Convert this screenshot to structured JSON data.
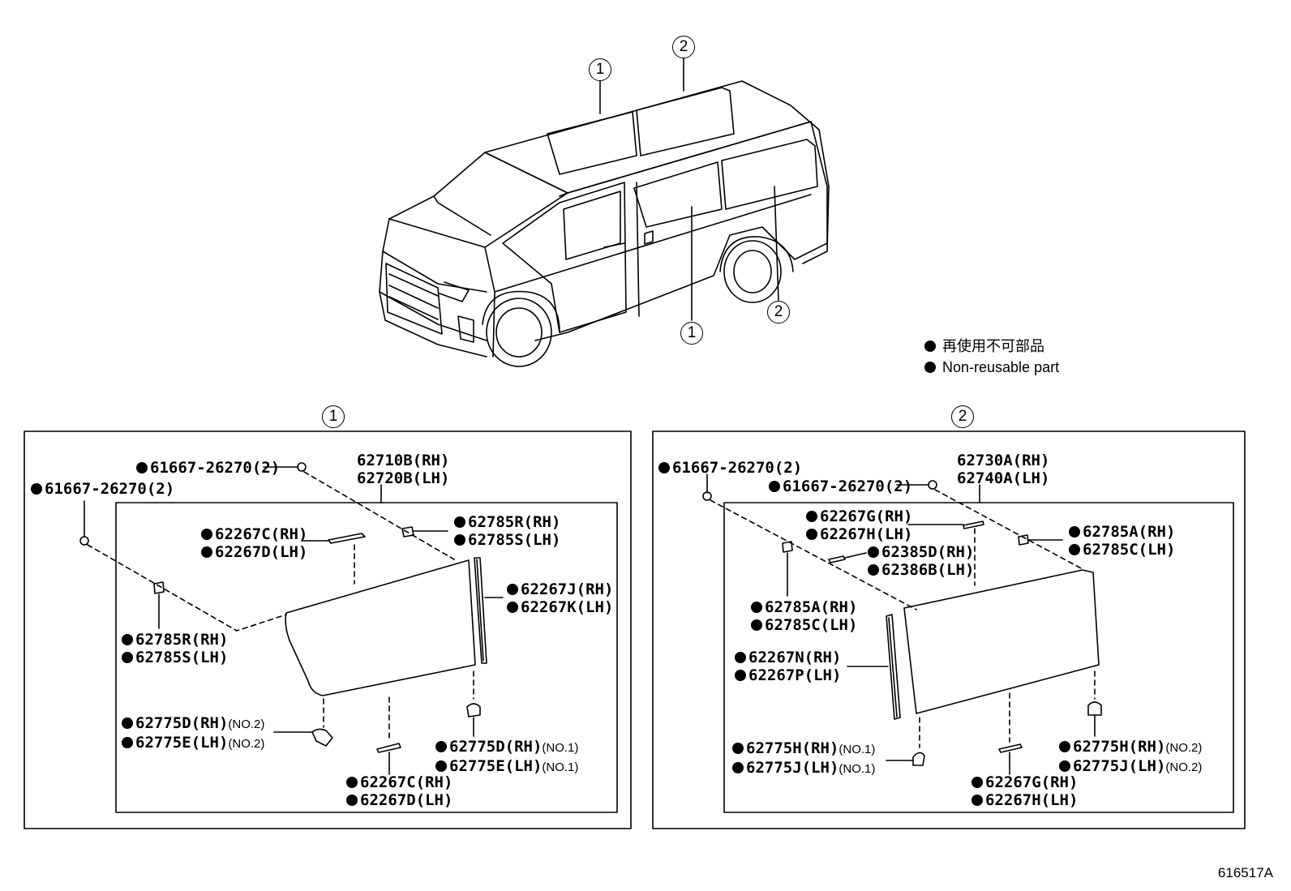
{
  "callouts": {
    "c1": "1",
    "c2": "2"
  },
  "legend": {
    "ja": "再使用不可部品",
    "en": "Non-reusable part"
  },
  "figure_id": "616517A",
  "panel1": {
    "title": "1",
    "clip_a": "61667-26270(2)",
    "clip_b": "61667-26270(2)",
    "glass_rh": "62710B(RH)",
    "glass_lh": "62720B(LH)",
    "spacer_top_rh": "62267C(RH)",
    "spacer_top_lh": "62267D(LH)",
    "retainer_right_rh": "62785R(RH)",
    "retainer_right_lh": "62785S(LH)",
    "molding_rh": "62267J(RH)",
    "molding_lh": "62267K(LH)",
    "retainer_left_rh": "62785R(RH)",
    "retainer_left_lh": "62785S(LH)",
    "stopper_no2_rh": "62775D(RH)",
    "stopper_no2_lh": "62775E(LH)",
    "no2": "(NO.2)",
    "stopper_no1_rh": "62775D(RH)",
    "stopper_no1_lh": "62775E(LH)",
    "no1": "(NO.1)",
    "spacer_bottom_rh": "62267C(RH)",
    "spacer_bottom_lh": "62267D(LH)"
  },
  "panel2": {
    "title": "2",
    "clip_a": "61667-26270(2)",
    "clip_b": "61667-26270(2)",
    "glass_rh": "62730A(RH)",
    "glass_lh": "62740A(LH)",
    "spacer_top_rh": "62267G(RH)",
    "spacer_top_lh": "62267H(LH)",
    "seal_rh": "62385D(RH)",
    "seal_lh": "62386B(LH)",
    "retainer_right_rh": "62785A(RH)",
    "retainer_right_lh": "62785C(LH)",
    "retainer_left_rh": "62785A(RH)",
    "retainer_left_lh": "62785C(LH)",
    "molding_rh": "62267N(RH)",
    "molding_lh": "62267P(LH)",
    "stopper_no1_rh": "62775H(RH)",
    "stopper_no1_lh": "62775J(LH)",
    "no1": "(NO.1)",
    "stopper_no2_rh": "62775H(RH)",
    "stopper_no2_lh": "62775J(LH)",
    "no2": "(NO.2)",
    "spacer_bottom_rh": "62267G(RH)",
    "spacer_bottom_lh": "62267H(LH)"
  }
}
